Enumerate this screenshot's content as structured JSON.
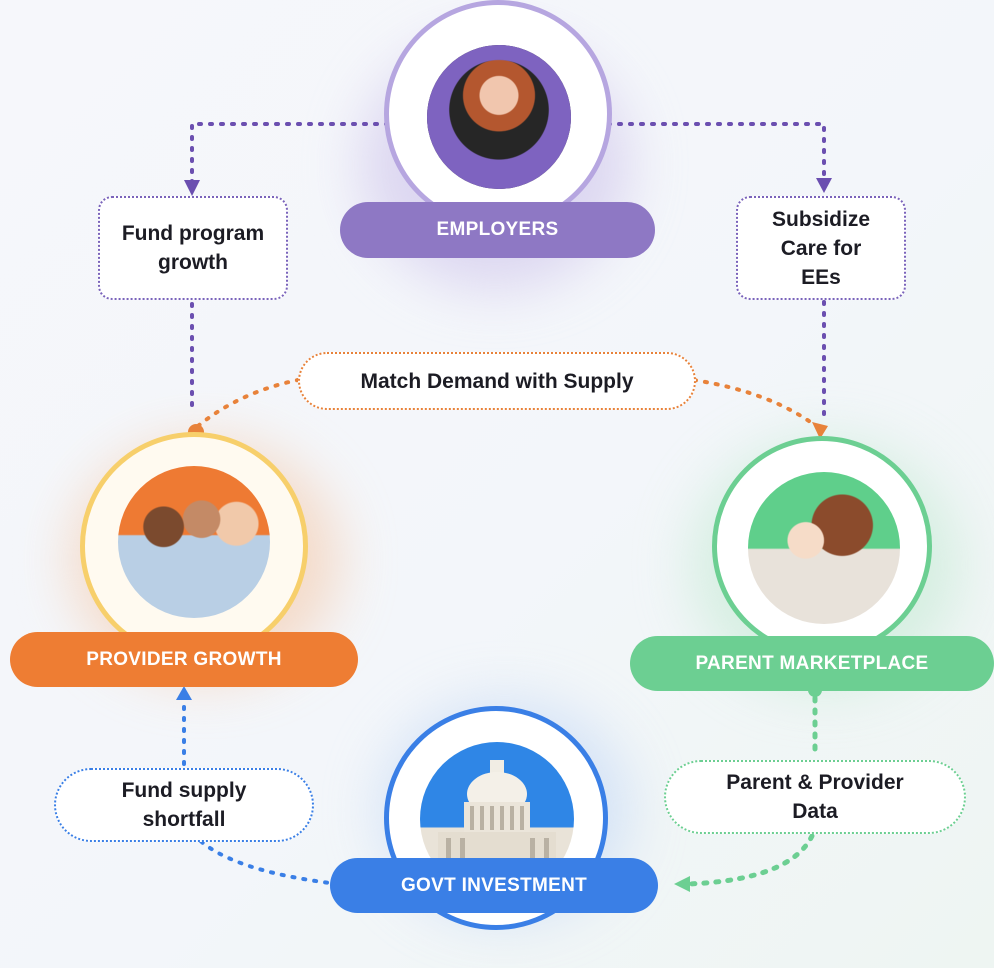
{
  "nodes": {
    "employers": {
      "label": "EMPLOYERS",
      "color": "#8e78c4",
      "ring": "#b6a6e0"
    },
    "provider_growth": {
      "label": "PROVIDER GROWTH",
      "color": "#ee7d33",
      "ring": "#f7cf6b"
    },
    "parent_marketplace": {
      "label": "PARENT MARKETPLACE",
      "color": "#6ccf92",
      "ring": "#6ccf92"
    },
    "govt_investment": {
      "label": "GOVT INVESTMENT",
      "color": "#3a7fe6",
      "ring": "#3a7fe6"
    }
  },
  "edges": {
    "fund_program_growth": {
      "lines": [
        "Fund program",
        "growth"
      ],
      "color": "#6b4fb0"
    },
    "subsidize_care": {
      "lines": [
        "Subsidize",
        "Care for",
        "EEs"
      ],
      "color": "#6b4fb0"
    },
    "match_demand": {
      "lines": [
        "Match Demand with Supply"
      ],
      "color": "#e8823a"
    },
    "fund_supply_shortfall": {
      "lines": [
        "Fund supply",
        "shortfall"
      ],
      "color": "#3a7fe6"
    },
    "parent_provider_data": {
      "lines": [
        "Parent & Provider",
        "Data"
      ],
      "color": "#6ccf92"
    }
  }
}
